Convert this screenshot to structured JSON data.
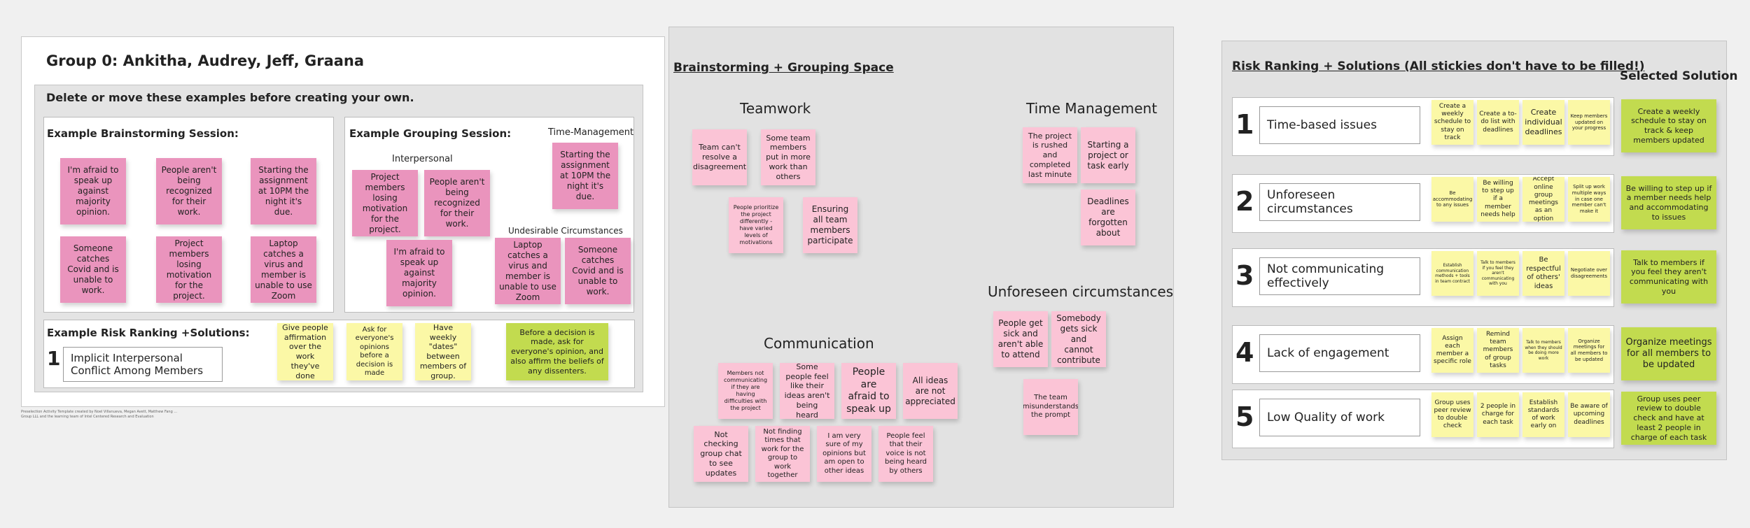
{
  "left": {
    "title": "Group 0: Ankitha, Audrey, Jeff, Graana",
    "instruction": "Delete or move these examples before creating your own.",
    "brainstorm": {
      "heading": "Example Brainstorming Session:",
      "notes": [
        "I'm afraid to speak up against majority opinion.",
        "People aren't being recognized for their work.",
        "Starting the assignment at 10PM the night it's due.",
        "Someone catches Covid and is unable to work.",
        "Project members losing motivation for the project.",
        "Laptop catches a virus and member is unable to use Zoom"
      ]
    },
    "grouping": {
      "heading": "Example Grouping Session:",
      "group1": "Interpersonal",
      "group2": "Time-Management",
      "group3": "Undesirable Circumstances",
      "notes": [
        "Project members losing motivation for the project.",
        "People aren't being recognized for their work.",
        "I'm afraid to speak up against majority opinion.",
        "Starting the assignment at 10PM the night it's due.",
        "Laptop catches a virus and member is unable to use Zoom",
        "Someone catches Covid and is unable to work."
      ]
    },
    "risk": {
      "heading": "Example Risk Ranking +Solutions:",
      "number": "1",
      "item": "Implicit Interpersonal Conflict Among Members",
      "notes": [
        "Give people affirmation over the work they've done",
        "Ask for everyone's opinions before a decision is made",
        "Have weekly \"dates\" between members of group."
      ],
      "solution": "Before a decision is made, ask for everyone's opinion, and also affirm the beliefs of any dissenters."
    },
    "footer_line1": "Preselection Activity Template created by Noel Villanueva, Megan Avett, Matthew Fang ...",
    "footer_line2": "Group LLL and the learning team of Intel Centered Research and Evaluation"
  },
  "middle": {
    "title": "Brainstorming + Grouping Space",
    "teamwork": {
      "label": "Teamwork",
      "notes": [
        "Team can't resolve a disagreement",
        "Some team members put in more work than others",
        "People prioritize the project differently - have varied levels of motivations",
        "Ensuring all team members participate"
      ]
    },
    "time": {
      "label": "Time Management",
      "notes": [
        "The project is rushed and completed last minute",
        "Starting a project or task early",
        "Deadlines are forgotten about"
      ]
    },
    "unforeseen": {
      "label": "Unforeseen circumstances",
      "notes": [
        "People get sick and aren't able to attend",
        "Somebody gets sick and cannot contribute",
        "The team misunderstands the prompt"
      ]
    },
    "communication": {
      "label": "Communication",
      "notes": [
        "Members not communicating if they are having difficulties with the project",
        "Some people feel like their ideas aren't being heard",
        "People are afraid to speak up",
        "All ideas are not appreciated",
        "Not checking group chat to see updates",
        "Not finding times that work for the group to work together",
        "I am very sure of my opinions but am open to other ideas",
        "People feel that their voice is not being heard by others"
      ]
    }
  },
  "right": {
    "title": "Risk Ranking + Solutions (All stickies don't have to be filled!)",
    "selected_label": "Selected Solution",
    "rows": [
      {
        "number": "1",
        "item": "Time-based issues",
        "notes": [
          "Create a weekly schedule to stay on track",
          "Create a to-do list with deadlines",
          "Create individual deadlines",
          "Keep members updated on your progress"
        ],
        "solution": "Create a weekly schedule to stay on track & keep members updated"
      },
      {
        "number": "2",
        "item": "Unforeseen circumstances",
        "notes": [
          "Be accommodating to any issues",
          "Be willing to step up if a member needs help",
          "Accept online group meetings as an option",
          "Split up work multiple ways in case one member can't make it"
        ],
        "solution": "Be willing to step up if a member needs help and accommodating to issues"
      },
      {
        "number": "3",
        "item": "Not communicating effectively",
        "notes": [
          "Establish communication methods + tools in team contract",
          "Talk to members if you feel they aren't communicating with you",
          "Be respectful of others' ideas",
          "Negotiate over disagreements"
        ],
        "solution": "Talk to members if you feel they aren't communicating with you"
      },
      {
        "number": "4",
        "item": "Lack of engagement",
        "notes": [
          "Assign each member a specific role",
          "Remind team members of group tasks",
          "Talk to members when they should be doing more work",
          "Organize meetings for all members to be updated"
        ],
        "solution": "Organize meetings for all members to be updated"
      },
      {
        "number": "5",
        "item": "Low Quality of work",
        "notes": [
          "Group uses peer review to double check",
          "2 people in charge for each task",
          "Establish standards of work early on",
          "Be aware of upcoming deadlines"
        ],
        "solution": "Group uses peer review to double check and have at least 2 people in charge of each task"
      }
    ]
  }
}
